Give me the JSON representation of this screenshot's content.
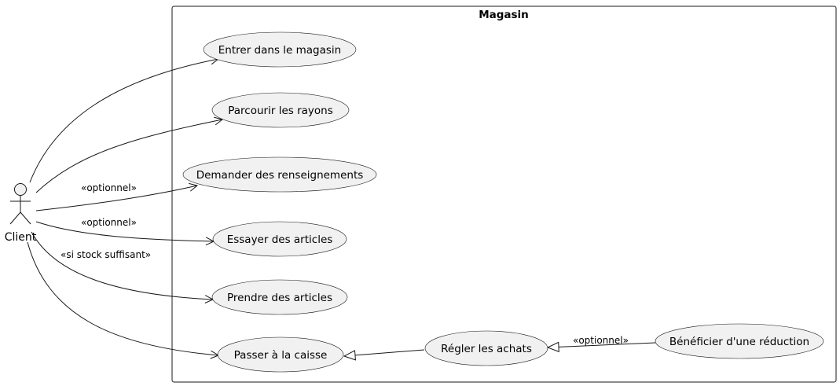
{
  "diagram": {
    "package": {
      "title": "Magasin"
    },
    "actor": {
      "name": "Client"
    },
    "use_cases": {
      "entrer": "Entrer dans le magasin",
      "parcourir": "Parcourir les rayons",
      "demander": "Demander des renseignements",
      "essayer": "Essayer des articles",
      "prendre": "Prendre des articles",
      "caisse": "Passer à la caisse",
      "regler": "Régler les achats",
      "reduction": "Bénéficier d'une réduction"
    },
    "edge_labels": {
      "demander": "«optionnel»",
      "essayer": "«optionnel»",
      "prendre": "«si stock suffisant»",
      "reduction": "«optionnel»"
    }
  }
}
